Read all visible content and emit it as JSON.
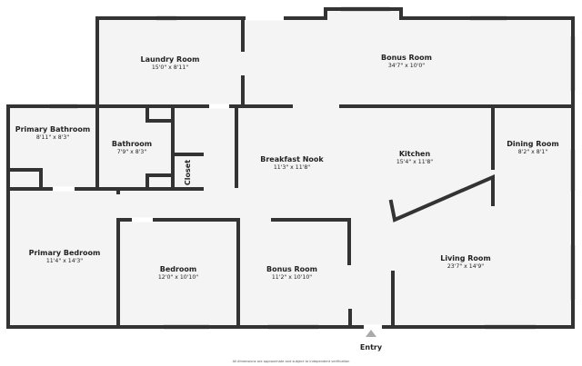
{
  "rooms": {
    "laundry": {
      "name": "Laundry Room",
      "dim": "15'0\" x 8'11\""
    },
    "bonus_top": {
      "name": "Bonus Room",
      "dim": "34'7\" x 10'0\""
    },
    "primary_bath": {
      "name": "Primary Bathroom",
      "dim": "8'11\" x 8'3\""
    },
    "bathroom": {
      "name": "Bathroom",
      "dim": "7'9\" x 8'3\""
    },
    "closet": {
      "name": "Closet"
    },
    "breakfast": {
      "name": "Breakfast Nook",
      "dim": "11'3\" x 11'8\""
    },
    "kitchen": {
      "name": "Kitchen",
      "dim": "15'4\" x 11'8\""
    },
    "dining": {
      "name": "Dining Room",
      "dim": "8'2\" x 8'1\""
    },
    "primary_bed": {
      "name": "Primary Bedroom",
      "dim": "11'4\" x 14'3\""
    },
    "bedroom": {
      "name": "Bedroom",
      "dim": "12'0\" x 10'10\""
    },
    "bonus_bottom": {
      "name": "Bonus Room",
      "dim": "11'2\" x 10'10\""
    },
    "living": {
      "name": "Living Room",
      "dim": "23'7\" x 14'9\""
    }
  },
  "entry_label": "Entry",
  "footer": "All dimensions are approximate and subject to independent verification",
  "colors": {
    "wall": "#333333",
    "floor": "#f4f4f4",
    "window": "#dddddd"
  }
}
